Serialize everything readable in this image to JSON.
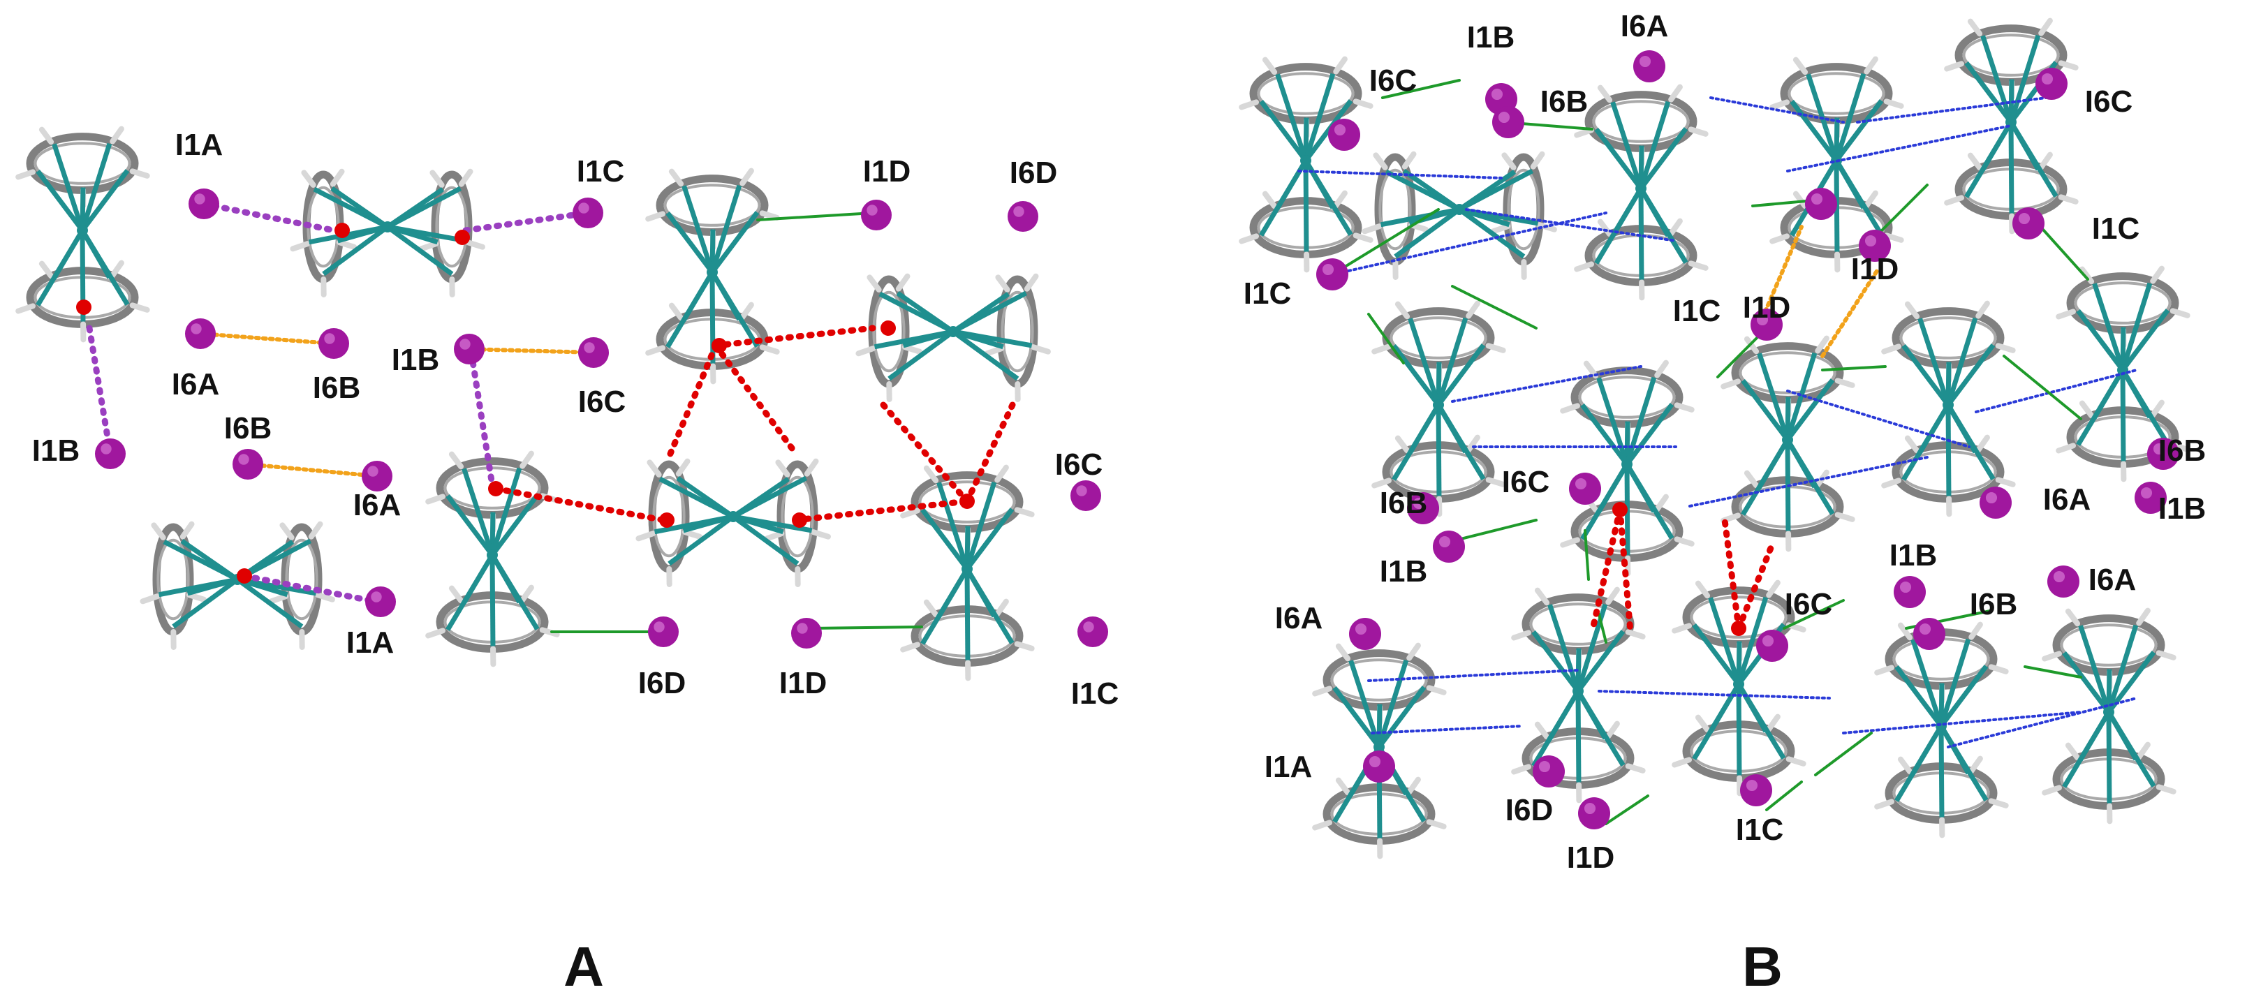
{
  "panels": [
    {
      "label": "A",
      "atoms": [
        {
          "label": "I1A"
        },
        {
          "label": "I1C"
        },
        {
          "label": "I1D"
        },
        {
          "label": "I6D"
        },
        {
          "label": "I6A"
        },
        {
          "label": "I6B"
        },
        {
          "label": "I1B"
        },
        {
          "label": "I6C"
        },
        {
          "label": "I1B"
        },
        {
          "label": "I6B"
        },
        {
          "label": "I6A"
        },
        {
          "label": "I6C"
        },
        {
          "label": "I1A"
        },
        {
          "label": "I6D"
        },
        {
          "label": "I1D"
        },
        {
          "label": "I1C"
        }
      ]
    },
    {
      "label": "B",
      "atoms": [
        {
          "label": "I1B"
        },
        {
          "label": "I6A"
        },
        {
          "label": "I6C"
        },
        {
          "label": "I6B"
        },
        {
          "label": "I6C"
        },
        {
          "label": "I1C"
        },
        {
          "label": "I1D"
        },
        {
          "label": "I1C"
        },
        {
          "label": "I1C"
        },
        {
          "label": "I1D"
        },
        {
          "label": "I6B"
        },
        {
          "label": "I6C"
        },
        {
          "label": "I6B"
        },
        {
          "label": "I6A"
        },
        {
          "label": "I1B"
        },
        {
          "label": "I1B"
        },
        {
          "label": "I1B"
        },
        {
          "label": "I6B"
        },
        {
          "label": "I6A"
        },
        {
          "label": "I6A"
        },
        {
          "label": "I6C"
        },
        {
          "label": "I1A"
        },
        {
          "label": "I6D"
        },
        {
          "label": "I1C"
        },
        {
          "label": "I1D"
        }
      ]
    }
  ],
  "colors": {
    "iodine": "#a0179e",
    "iron": "#1f8f8f",
    "carbon": "#808080",
    "hydrogen": "#d8d8d8",
    "centroid": "#e00000",
    "halogen_contact": "#9a3fc0",
    "orange_contact": "#f2a21a",
    "pi_contact": "#e00000",
    "hbond_green": "#1e9a2a",
    "hbond_blue": "#2a3ad8",
    "label": "#111111"
  }
}
